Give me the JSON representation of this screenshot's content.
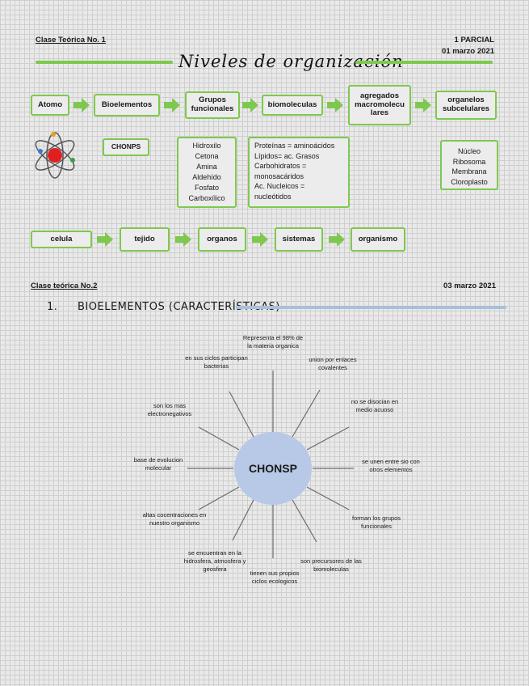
{
  "section1": {
    "class_label": "Clase Teórica No. 1",
    "partial": "1 PARCIAL",
    "date": "01 marzo 2021",
    "title": "Niveles de organización"
  },
  "flow1": [
    "Atomo",
    "Bioelementos",
    "Grupos funcionales",
    "biomoleculas",
    "agregados macromolecu lares",
    "organelos subcelulares"
  ],
  "chonps_box": "CHONPS",
  "functional_groups": [
    "Hidroxilo",
    "Cetona",
    "Amina",
    "Aldehído",
    "Fosfato",
    "Carboxílico"
  ],
  "biomolecules": [
    "Proteínas = aminoácidos",
    "Lípidos= ac. Grasos",
    "Carbohidratos =",
    "monosacáridos",
    "Ac. Nucleicos =",
    "nucleótidos"
  ],
  "organelles": [
    "Núcleo",
    "Ribosoma",
    "Membrana",
    "Cloroplasto"
  ],
  "flow2": [
    "celula",
    "tejido",
    "organos",
    "sistemas",
    "organismo"
  ],
  "section2": {
    "class_label": "Clase teórica No.2",
    "date": "03 marzo 2021",
    "number": "1.",
    "title": "BIOELEMENTOS (CARACTERÍSTICAS)"
  },
  "mindmap": {
    "center": "CHONSP",
    "spokes": [
      "Representa el 98% de la materia organica",
      "union por enlaces covalentes",
      "no se disocian en medio acuoso",
      "se unen entre sio con otros elementos",
      "forman los grupos funcionales",
      "son precursores de las biomoleculas",
      "tienen sus propios ciclos ecologicos",
      "se encuentran en la hidrosfera, atmosfera y geosfera",
      "altas cocentraciones en nuestro organismo",
      "base de evolucion molecular",
      "son los mas electronegativos",
      "en sus ciclos participan bacterias"
    ]
  },
  "colors": {
    "accent_green": "#7ec84f",
    "accent_blue": "#a9bfdc",
    "node_fill": "#b7c9e6"
  }
}
